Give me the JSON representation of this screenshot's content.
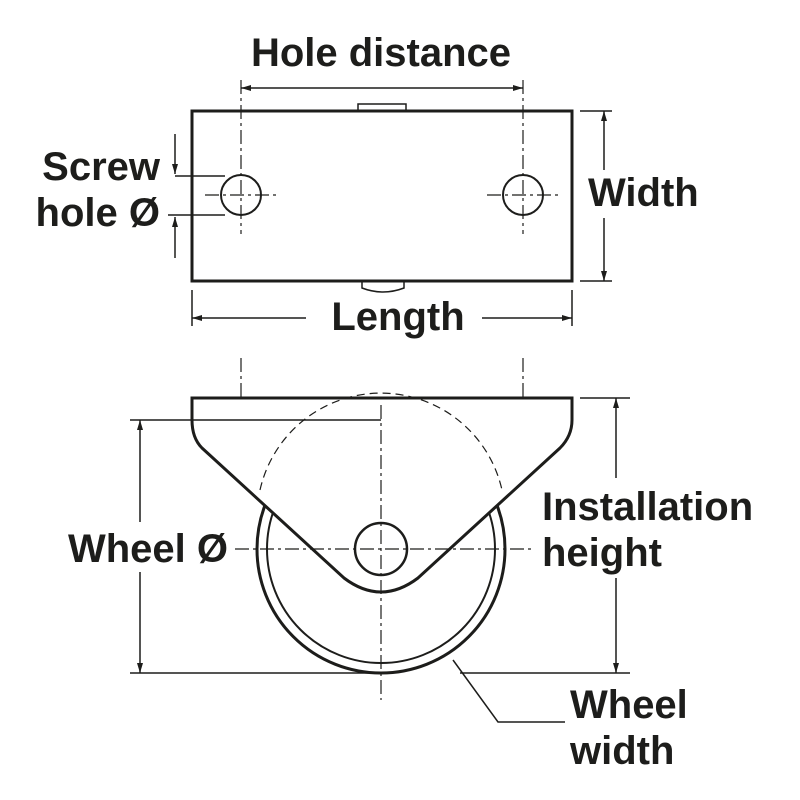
{
  "labels": {
    "hole_distance": "Hole distance",
    "screw_hole_line1": "Screw",
    "screw_hole_line2": "hole Ø",
    "width": "Width",
    "length": "Length",
    "wheel_diameter": "Wheel Ø",
    "installation_height_line1": "Installation",
    "installation_height_line2": "height",
    "wheel_width_line1": "Wheel",
    "wheel_width_line2": "width"
  },
  "colors": {
    "ink": "#1d1d1b",
    "background": "#ffffff"
  }
}
